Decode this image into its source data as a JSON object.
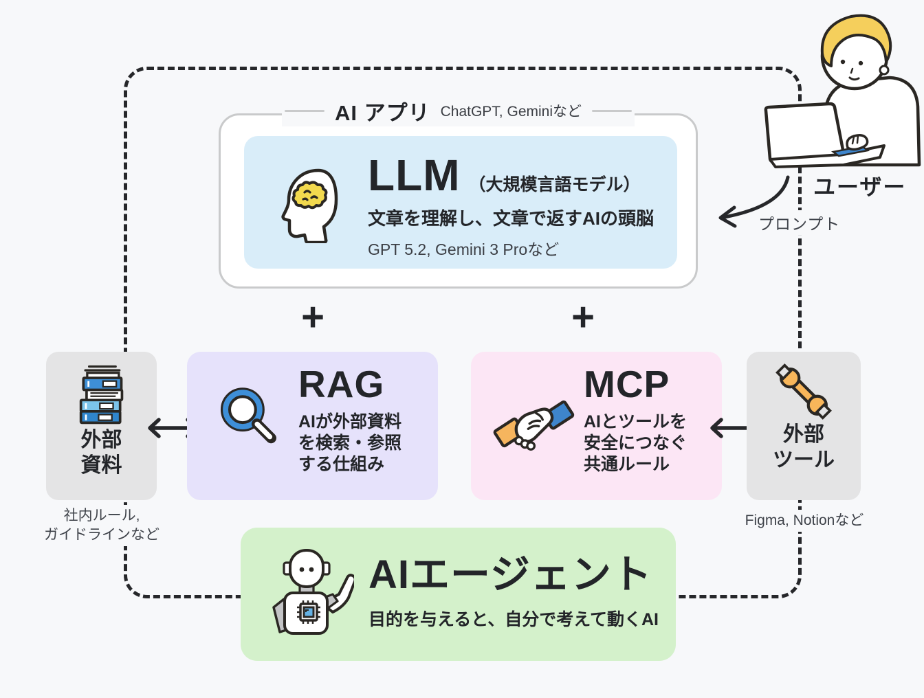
{
  "colors": {
    "background": "#f7f8fa",
    "outline": "#26272a",
    "ai_app_border": "#c9cacb",
    "llm_box": "#d9edf9",
    "rag_box": "#e6e2fb",
    "mcp_box": "#fce6f5",
    "agent_box": "#d4f1cb",
    "external_box": "#e4e4e5",
    "accent_blue": "#3e8fd6",
    "accent_orange": "#f6b55e",
    "accent_yellow": "#f2d94e"
  },
  "icons": {
    "llm": "brain-head-icon",
    "external_docs": "books-icon",
    "rag": "magnifier-icon",
    "mcp": "handshake-icon",
    "external_tools": "wrench-icon",
    "agent": "robot-icon",
    "user": "person-laptop-illustration"
  },
  "ai_app": {
    "label": "AI アプリ",
    "examples": "ChatGPT, Geminiなど",
    "llm": {
      "title": "LLM",
      "subtitle": "（大規模言語モデル）",
      "description": "文章を理解し、文章で返すAIの頭脳",
      "examples": "GPT 5.2, Gemini 3 Proなど"
    }
  },
  "user": {
    "label": "ユーザー",
    "prompt_label": "プロンプト"
  },
  "operators": {
    "plus": "+"
  },
  "external_docs": {
    "title_lines": [
      "外部",
      "資料"
    ],
    "caption_lines": [
      "社内ルール,",
      "ガイドラインなど"
    ]
  },
  "rag": {
    "title": "RAG",
    "description_lines": [
      "AIが外部資料",
      "を検索・参照",
      "する仕組み"
    ]
  },
  "mcp": {
    "title": "MCP",
    "description_lines": [
      "AIとツールを",
      "安全につなぐ",
      "共通ルール"
    ]
  },
  "external_tools": {
    "title_lines": [
      "外部",
      "ツール"
    ],
    "caption": "Figma, Notionなど"
  },
  "agent": {
    "title": "AIエージェント",
    "description": "目的を与えると、自分で考えて動くAI"
  }
}
